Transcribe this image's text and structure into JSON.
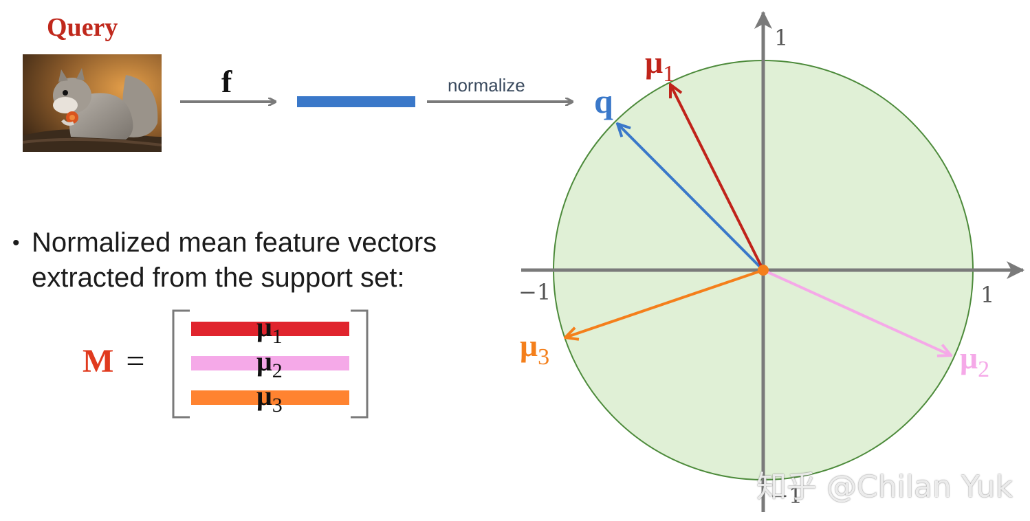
{
  "query": {
    "title": "Query"
  },
  "pipeline": {
    "f_label": "f",
    "normalize_label": "normalize"
  },
  "bullet": {
    "line1": "Normalized mean feature vectors",
    "line2": "extracted from the support set:"
  },
  "matrix": {
    "name": "M",
    "equals": "=",
    "rows": [
      {
        "symbol": "μ",
        "sub": "1",
        "color": "#e0242d"
      },
      {
        "symbol": "μ",
        "sub": "2",
        "color": "#f5a9e8"
      },
      {
        "symbol": "μ",
        "sub": "3",
        "color": "#ff8330"
      }
    ]
  },
  "plot": {
    "ticks": {
      "x_min": "−1",
      "x_max": "1",
      "y_max": "1",
      "y_min": "−1"
    },
    "vectors": {
      "q": {
        "label": "q",
        "color": "#3a78c9"
      },
      "mu1": {
        "symbol": "μ",
        "sub": "1",
        "color": "#c0231a"
      },
      "mu2": {
        "symbol": "μ",
        "sub": "2",
        "color": "#f5a9e8"
      },
      "mu3": {
        "symbol": "μ",
        "sub": "3",
        "color": "#f47f1b"
      }
    },
    "circle_fill": "#e0f0d6",
    "circle_stroke": "#4c8a3a",
    "axis_color": "#7a7a7a"
  },
  "feature_bar_color": "#3a78c9",
  "watermark": "知乎 @Chilan Yuk"
}
